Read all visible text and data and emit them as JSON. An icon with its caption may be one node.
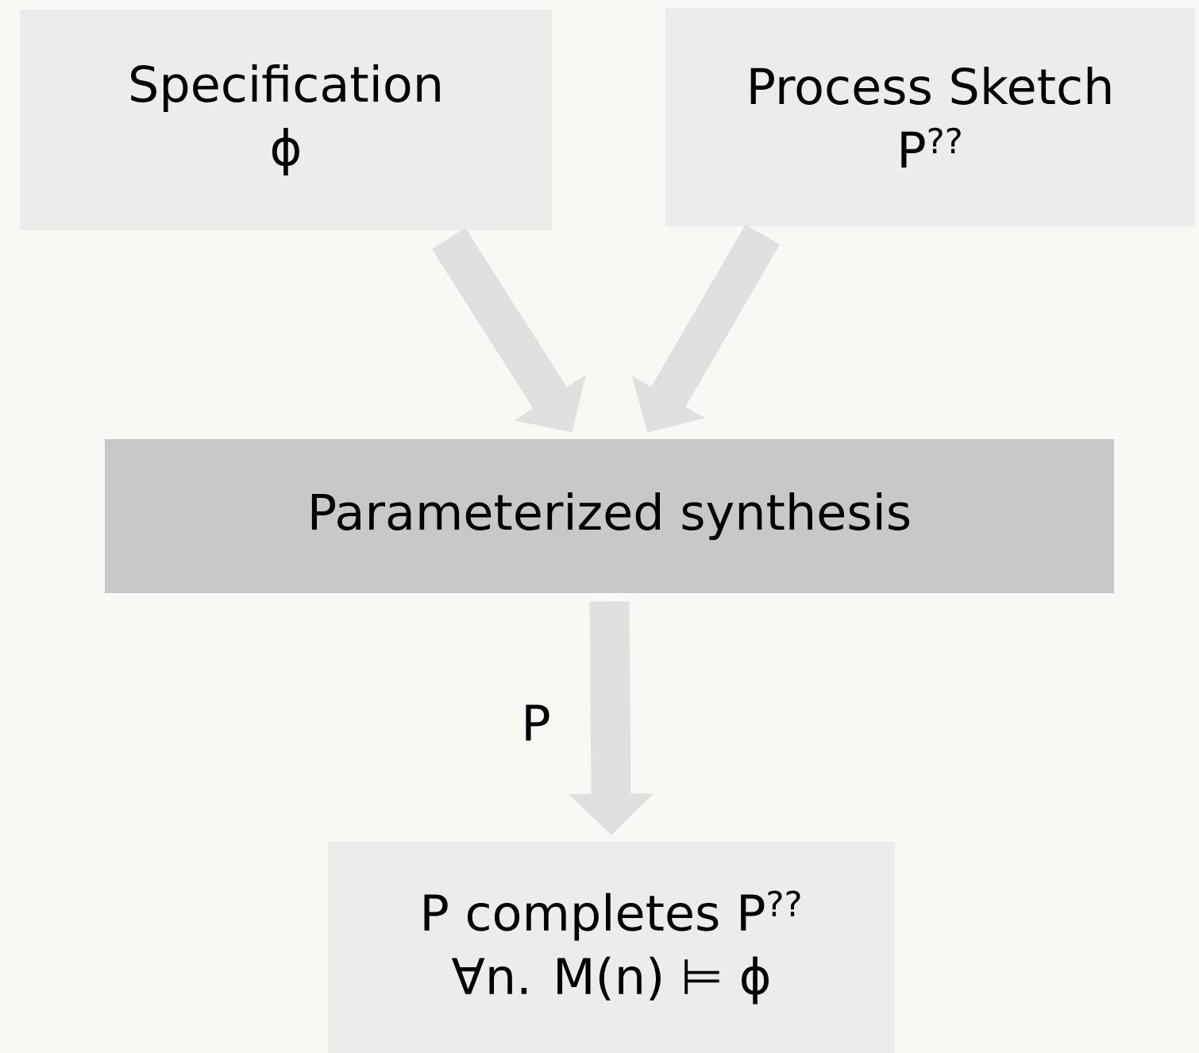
{
  "diagram": {
    "nodes": [
      {
        "text": [
          "Specification",
          "ϕ"
        ]
      },
      {
        "text": [
          "Process Sketch",
          "P$^{??}$"
        ]
      },
      {
        "text": [
          "Parameterized synthesis"
        ]
      },
      {
        "text": [
          "P completes P$^{??}$",
          "∀n. M(n) ⊨ ϕ"
        ]
      }
    ],
    "edges": [
      {
        "from": 0,
        "to": 2,
        "arrow": "to"
      },
      {
        "from": 1,
        "to": 2,
        "arrow": "to"
      },
      {
        "from": 2,
        "to": 3,
        "arrow": "to",
        "label": "P"
      }
    ]
  }
}
